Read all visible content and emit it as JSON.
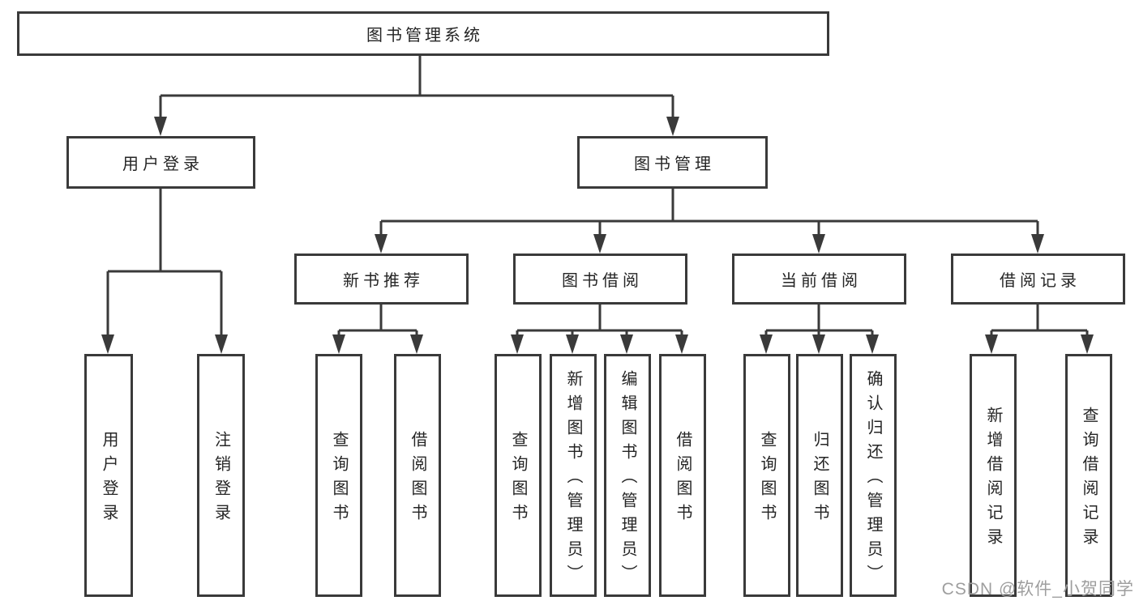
{
  "tree": {
    "label": "图书管理系统",
    "children": [
      {
        "label": "用户登录",
        "children": [
          {
            "label": "用户登录"
          },
          {
            "label": "注销登录"
          }
        ]
      },
      {
        "label": "图书管理",
        "children": [
          {
            "label": "新书推荐",
            "children": [
              {
                "label": "查询图书"
              },
              {
                "label": "借阅图书"
              }
            ]
          },
          {
            "label": "图书借阅",
            "children": [
              {
                "label": "查询图书"
              },
              {
                "label": "新增图书（管理员）"
              },
              {
                "label": "编辑图书（管理员）"
              },
              {
                "label": "借阅图书"
              }
            ]
          },
          {
            "label": "当前借阅",
            "children": [
              {
                "label": "查询图书"
              },
              {
                "label": "归还图书"
              },
              {
                "label": "确认归还（管理员）"
              }
            ]
          },
          {
            "label": "借阅记录",
            "children": [
              {
                "label": "新增借阅记录"
              },
              {
                "label": "查询借阅记录"
              }
            ]
          }
        ]
      }
    ]
  },
  "watermark": "CSDN @软件_小贺同学",
  "colors": {
    "line": "#3a3a3a",
    "text": "#252525",
    "watermark_gray": "#9e9e9e"
  }
}
